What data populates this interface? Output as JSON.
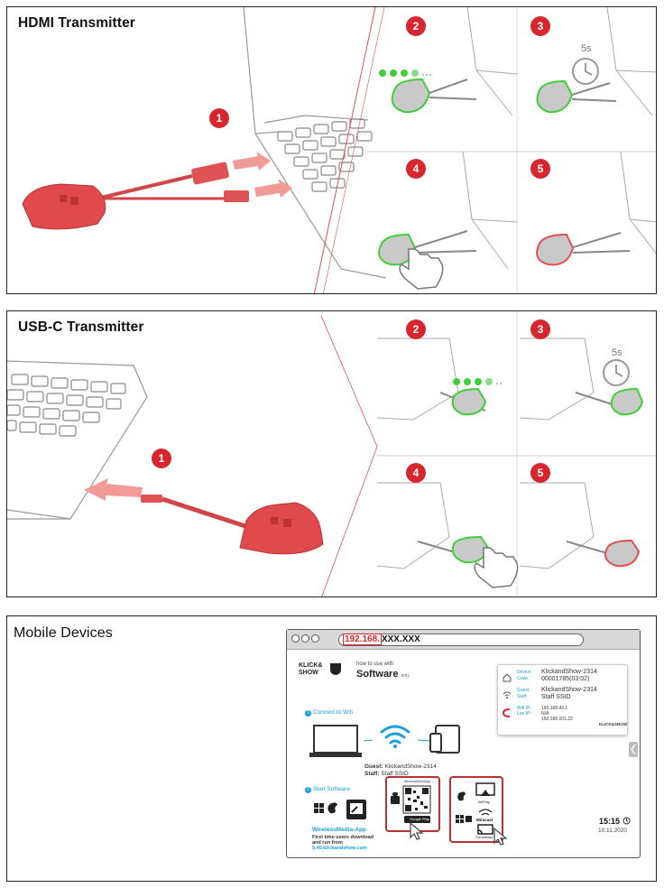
{
  "hdmi": {
    "title": "HDMI Transmitter",
    "steps": [
      "1",
      "2",
      "3",
      "4",
      "5"
    ],
    "wait": "5s"
  },
  "usbc": {
    "title": "USB-C Transmitter",
    "steps": [
      "1",
      "2",
      "3",
      "4",
      "5"
    ],
    "wait": "5s"
  },
  "mobile": {
    "title": "Mobile Devices",
    "browser": {
      "url_highlight": "192.168.",
      "url_rest": "XXX.XXX"
    },
    "app": {
      "logo_line1": "KLICK&",
      "logo_line2": "SHOW",
      "howto": "how to use with",
      "software": "Software",
      "only": "only",
      "step1": "Connect to Wifi",
      "step2": "Start Software",
      "guest_label": "Guest:",
      "guest_value": "KlickandShow-2314",
      "staff_label": "Staff:",
      "staff_value": "Staff SSID",
      "wma_title": "WirelessMedia-App",
      "wma_line1": "First time users download",
      "wma_line2": "and run from",
      "wma_line3": "9.40.klickandshow.com",
      "qr_title": "WirelessMediaApp",
      "google_play": "Google Play",
      "airplay": "AirPlay",
      "miracast": "Miracast",
      "chromecast": "Chromecast"
    },
    "info": {
      "device_label": "Device:",
      "code_label": "Code:",
      "device_value": "KlickandShow-2314",
      "code_value": "00001785(03:02)",
      "guest_label": "Guest:",
      "staff_label": "Staff:",
      "guest_value": "KlickandShow-2314",
      "staff_value": "Staff SSID",
      "wifi_label": "Wifi IP:",
      "lan_label": "Lan IP:",
      "wifi_value": "192.168.43.1",
      "lan_value": "N/A",
      "ip3": "192.168.101.22",
      "logo": "KLICK&SHOW"
    },
    "clock": {
      "time": "15:15",
      "date": "10.11.2020"
    }
  },
  "colors": {
    "red": "#d8262f",
    "device_red": "#e04a4c",
    "green": "#3fcf3a",
    "cyan": "#1a9fd8"
  }
}
